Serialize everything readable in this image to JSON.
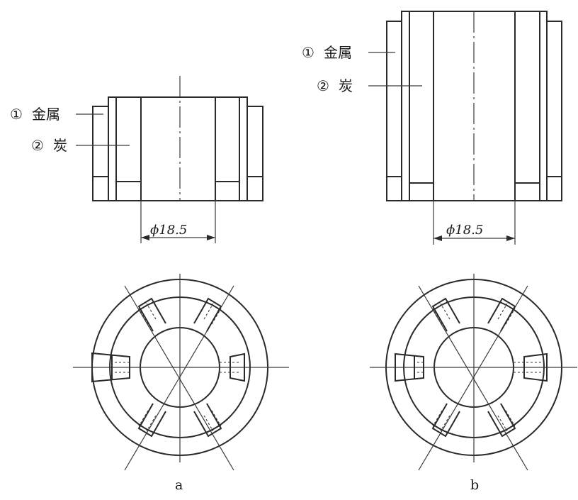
{
  "figures": [
    {
      "caption": "a",
      "parts": [
        {
          "num": "①",
          "name": "金属"
        },
        {
          "num": "②",
          "name": "炭"
        }
      ],
      "dimension": "ϕ18.5"
    },
    {
      "caption": "b",
      "parts": [
        {
          "num": "①",
          "name": "金属"
        },
        {
          "num": "②",
          "name": "炭"
        }
      ],
      "dimension": "ϕ18.5"
    }
  ]
}
